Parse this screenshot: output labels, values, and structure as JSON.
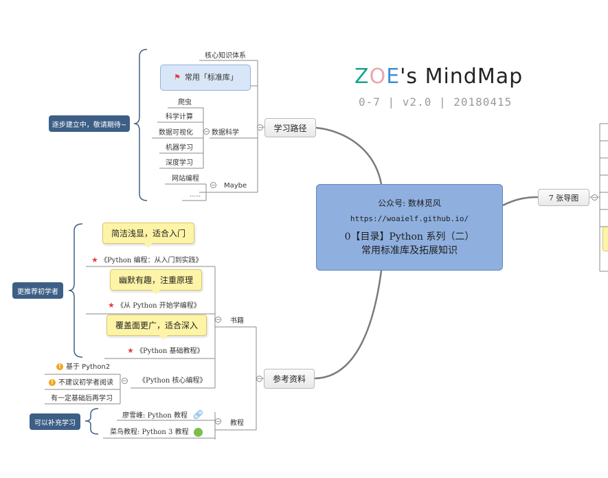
{
  "title": {
    "brand_z": "Z",
    "brand_o": "O",
    "brand_e": "E",
    "brand_rest": "'s MindMap",
    "subtitle": "0-7 | v2.0 | 20180415"
  },
  "colors": {
    "z": "#19a58a",
    "o": "#e8a6ad",
    "e": "#3d8fd6",
    "central_fill": "#8fb0df",
    "tag_fill": "#3d5f86",
    "note_fill": "#fdf4a7"
  },
  "central": {
    "line1": "公众号: 数林觅风",
    "line2": "https://woaielf.github.io/",
    "line3": "0【目录】Python 系列（二）",
    "line4": "常用标准库及拓展知识"
  },
  "right_branch": {
    "label": "7 张导图"
  },
  "learning_path": {
    "label": "学习路径",
    "tag": "逐步建立中，敬请期待~",
    "core": "核心知识体系",
    "stdlib": "常用「标准库」",
    "data_science": {
      "label": "数据科学",
      "items": [
        "爬虫",
        "科学计算",
        "数据可视化",
        "机器学习",
        "深度学习"
      ]
    },
    "maybe": {
      "label": "Maybe",
      "items": [
        "网站编程",
        "……"
      ]
    }
  },
  "references": {
    "label": "参考资料",
    "books": {
      "label": "书籍",
      "tag": "更推荐初学者",
      "items": [
        {
          "note": "简洁浅显，适合入门",
          "title": "《Python 编程：从入门到实践》"
        },
        {
          "note": "幽默有趣，注重原理",
          "title": "《从 Python 开始学编程》"
        },
        {
          "note": "覆盖面更广，适合深入",
          "title": "《Python 基础教程》"
        }
      ],
      "core_book": {
        "title": "《Python 核心编程》",
        "sub": [
          "基于 Python2",
          "不建议初学者阅读",
          "有一定基础后再学习"
        ]
      }
    },
    "tutorials": {
      "label": "教程",
      "tag": "可以补充学习",
      "items": [
        "廖雪峰: Python 教程",
        "菜鸟教程: Python 3 教程"
      ]
    }
  },
  "icons": [
    "flag-icon",
    "star-icon",
    "warning-icon",
    "link-icon",
    "runoob-icon",
    "collapse-icon"
  ]
}
